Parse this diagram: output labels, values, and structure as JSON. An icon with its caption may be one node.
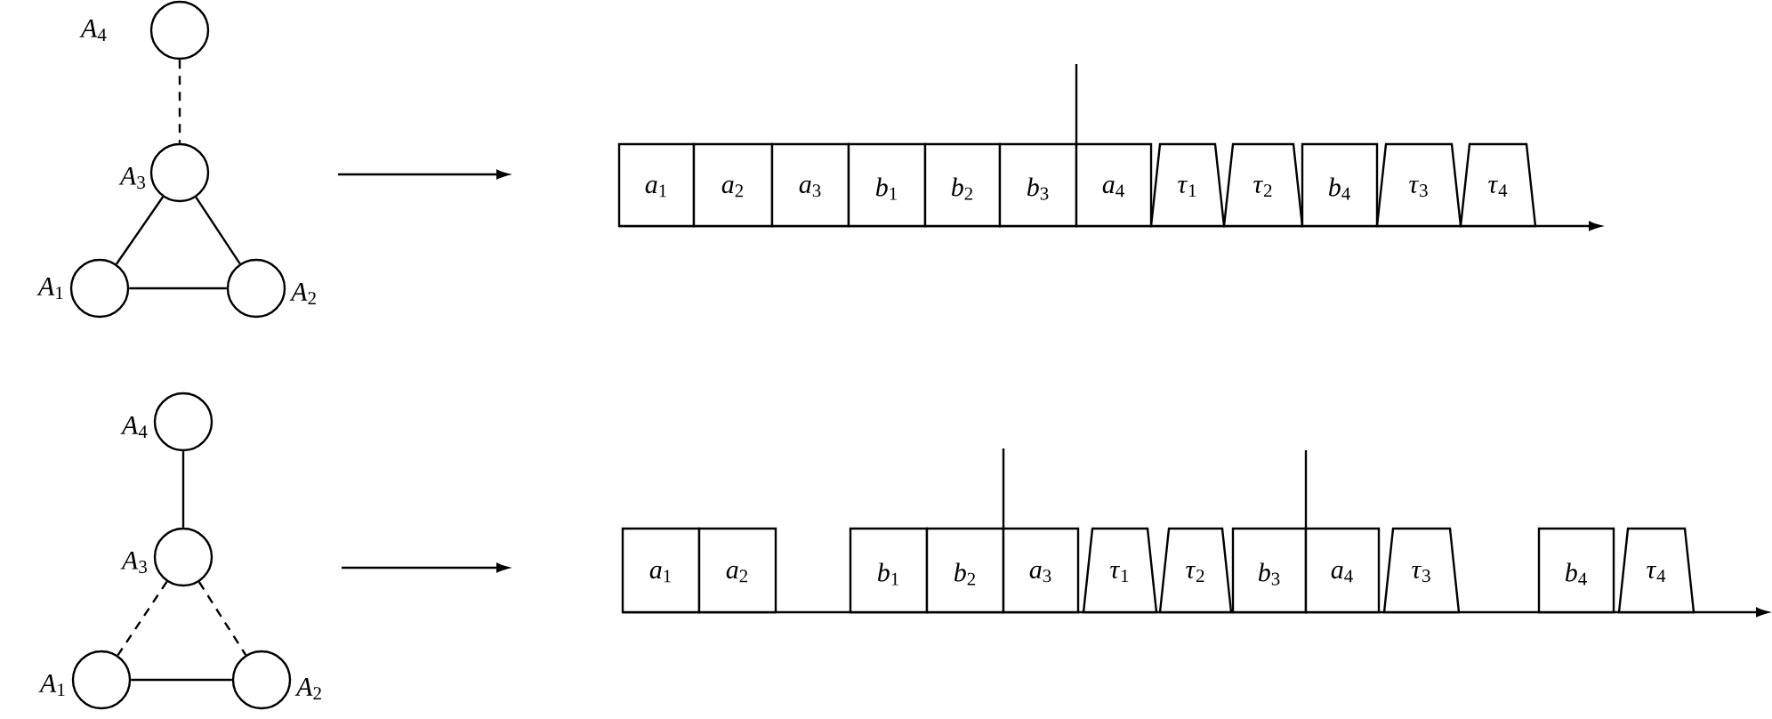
{
  "diagram": {
    "nodes": [
      {
        "text": [],
        "shape": "circle",
        "beside": [
          "*A*$_{4}$"
        ]
      },
      {
        "text": [],
        "shape": "circle",
        "beside": [
          "*A*$_{3}$"
        ]
      },
      {
        "text": [],
        "shape": "circle",
        "beside": [
          "*A*$_{1}$"
        ]
      },
      {
        "text": [],
        "shape": "circle",
        "beside": [
          "*A*$_{2}$"
        ]
      },
      {
        "text": [
          "*a*$_{1}$"
        ]
      },
      {
        "text": [
          "*a*$_{2}$"
        ]
      },
      {
        "text": [
          "*a*$_{3}$"
        ]
      },
      {
        "text": [
          "*b*$_{1}$"
        ]
      },
      {
        "text": [
          "*b*$_{2}$"
        ]
      },
      {
        "text": [
          "*b*$_{3}$"
        ]
      },
      {
        "text": [
          "*a*$_{4}$"
        ]
      },
      {
        "text": [
          "*τ*$_{1}$"
        ]
      },
      {
        "text": [
          "*τ*$_{2}$"
        ]
      },
      {
        "text": [
          "*b*$_{4}$"
        ]
      },
      {
        "text": [
          "*τ*$_{3}$"
        ]
      },
      {
        "text": [
          "*τ*$_{4}$"
        ]
      },
      {
        "text": [],
        "shape": "circle",
        "beside": [
          "*A*$_{4}$"
        ]
      },
      {
        "text": [],
        "shape": "circle",
        "beside": [
          "*A*$_{3}$"
        ]
      },
      {
        "text": [],
        "shape": "circle",
        "beside": [
          "*A*$_{1}$"
        ]
      },
      {
        "text": [],
        "shape": "circle",
        "beside": [
          "*A*$_{2}$"
        ]
      },
      {
        "text": [
          "*a*$_{1}$"
        ]
      },
      {
        "text": [
          "*a*$_{2}$"
        ]
      },
      {
        "text": [
          "*b*$_{1}$"
        ]
      },
      {
        "text": [
          "*b*$_{2}$"
        ]
      },
      {
        "text": [
          "*a*$_{3}$"
        ]
      },
      {
        "text": [
          "*τ*$_{1}$"
        ]
      },
      {
        "text": [
          "*τ*$_{2}$"
        ]
      },
      {
        "text": [
          "*b*$_{3}$"
        ]
      },
      {
        "text": [
          "*a*$_{4}$"
        ]
      },
      {
        "text": [
          "*τ*$_{3}$"
        ]
      },
      {
        "text": [
          "*b*$_{4}$"
        ]
      },
      {
        "text": [
          "*τ*$_{4}$"
        ]
      }
    ],
    "edges": [
      {
        "from": 0,
        "to": 1,
        "arrow": "none",
        "style": "dashed"
      },
      {
        "from": 1,
        "to": 2,
        "arrow": "none"
      },
      {
        "from": 1,
        "to": 3,
        "arrow": "none"
      },
      {
        "from": 2,
        "to": 3,
        "arrow": "none"
      },
      {
        "from": 16,
        "to": 17,
        "arrow": "none"
      },
      {
        "from": 17,
        "to": 18,
        "arrow": "none",
        "style": "dashed"
      },
      {
        "from": 17,
        "to": 19,
        "arrow": "none",
        "style": "dashed"
      },
      {
        "from": 18,
        "to": 19,
        "arrow": "none"
      }
    ]
  }
}
